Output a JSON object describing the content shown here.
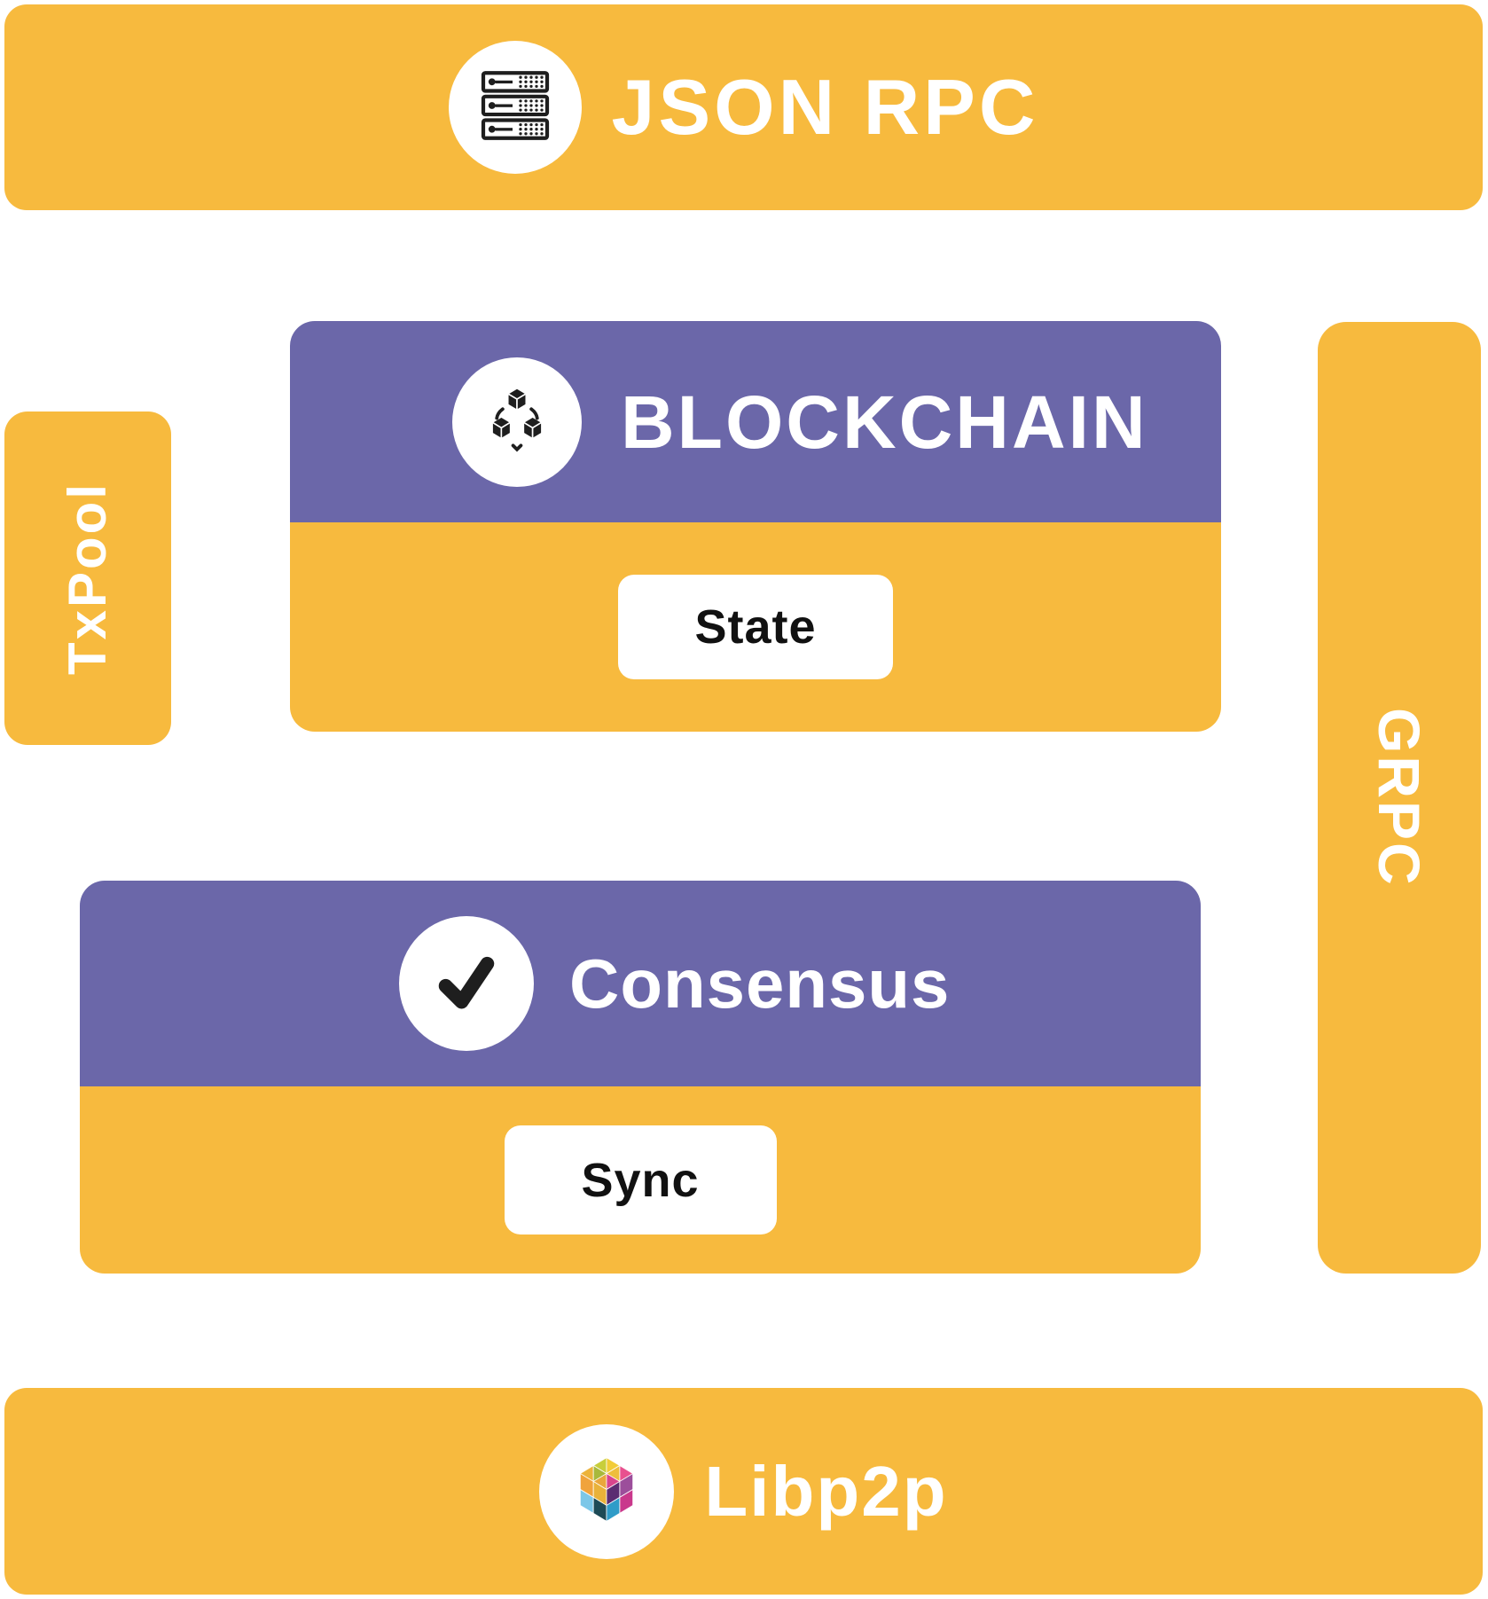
{
  "colors": {
    "accent_yellow": "#F7BA3E",
    "accent_purple": "#6B67A9",
    "card_white": "#FFFFFF",
    "icon_black": "#1E1E1E"
  },
  "banners": {
    "top": {
      "label": "JSON RPC",
      "icon": "server-rack-icon"
    },
    "bottom": {
      "label": "Libp2p",
      "icon": "libp2p-cube-icon"
    }
  },
  "sidebars": {
    "left": {
      "label": "TxPool"
    },
    "right": {
      "label": "GRPC"
    }
  },
  "modules": [
    {
      "title": "BLOCKCHAIN",
      "icon": "blocks-icon",
      "sub_label": "State"
    },
    {
      "title": "Consensus",
      "icon": "check-icon",
      "sub_label": "Sync"
    }
  ]
}
